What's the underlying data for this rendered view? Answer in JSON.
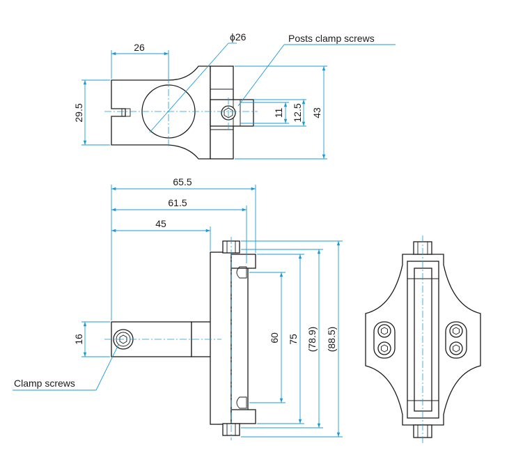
{
  "dimensions": {
    "top_width": "26",
    "bore_diameter": "ϕ26",
    "top_height_left": "29.5",
    "slot_11": "11",
    "slot_12_5": "12.5",
    "overall_43": "43",
    "len_65_5": "65.5",
    "len_61_5": "61.5",
    "len_45": "45",
    "arm_16": "16",
    "pitch_60": "60",
    "span_75": "75",
    "span_78_9": "(78.9)",
    "span_88_5": "(88.5)"
  },
  "callouts": {
    "posts_clamp_screws": "Posts clamp screws",
    "clamp_screws": "Clamp screws"
  },
  "colors": {
    "dimension_line": "#1a9bd7",
    "outline": "#1a1a1a"
  }
}
